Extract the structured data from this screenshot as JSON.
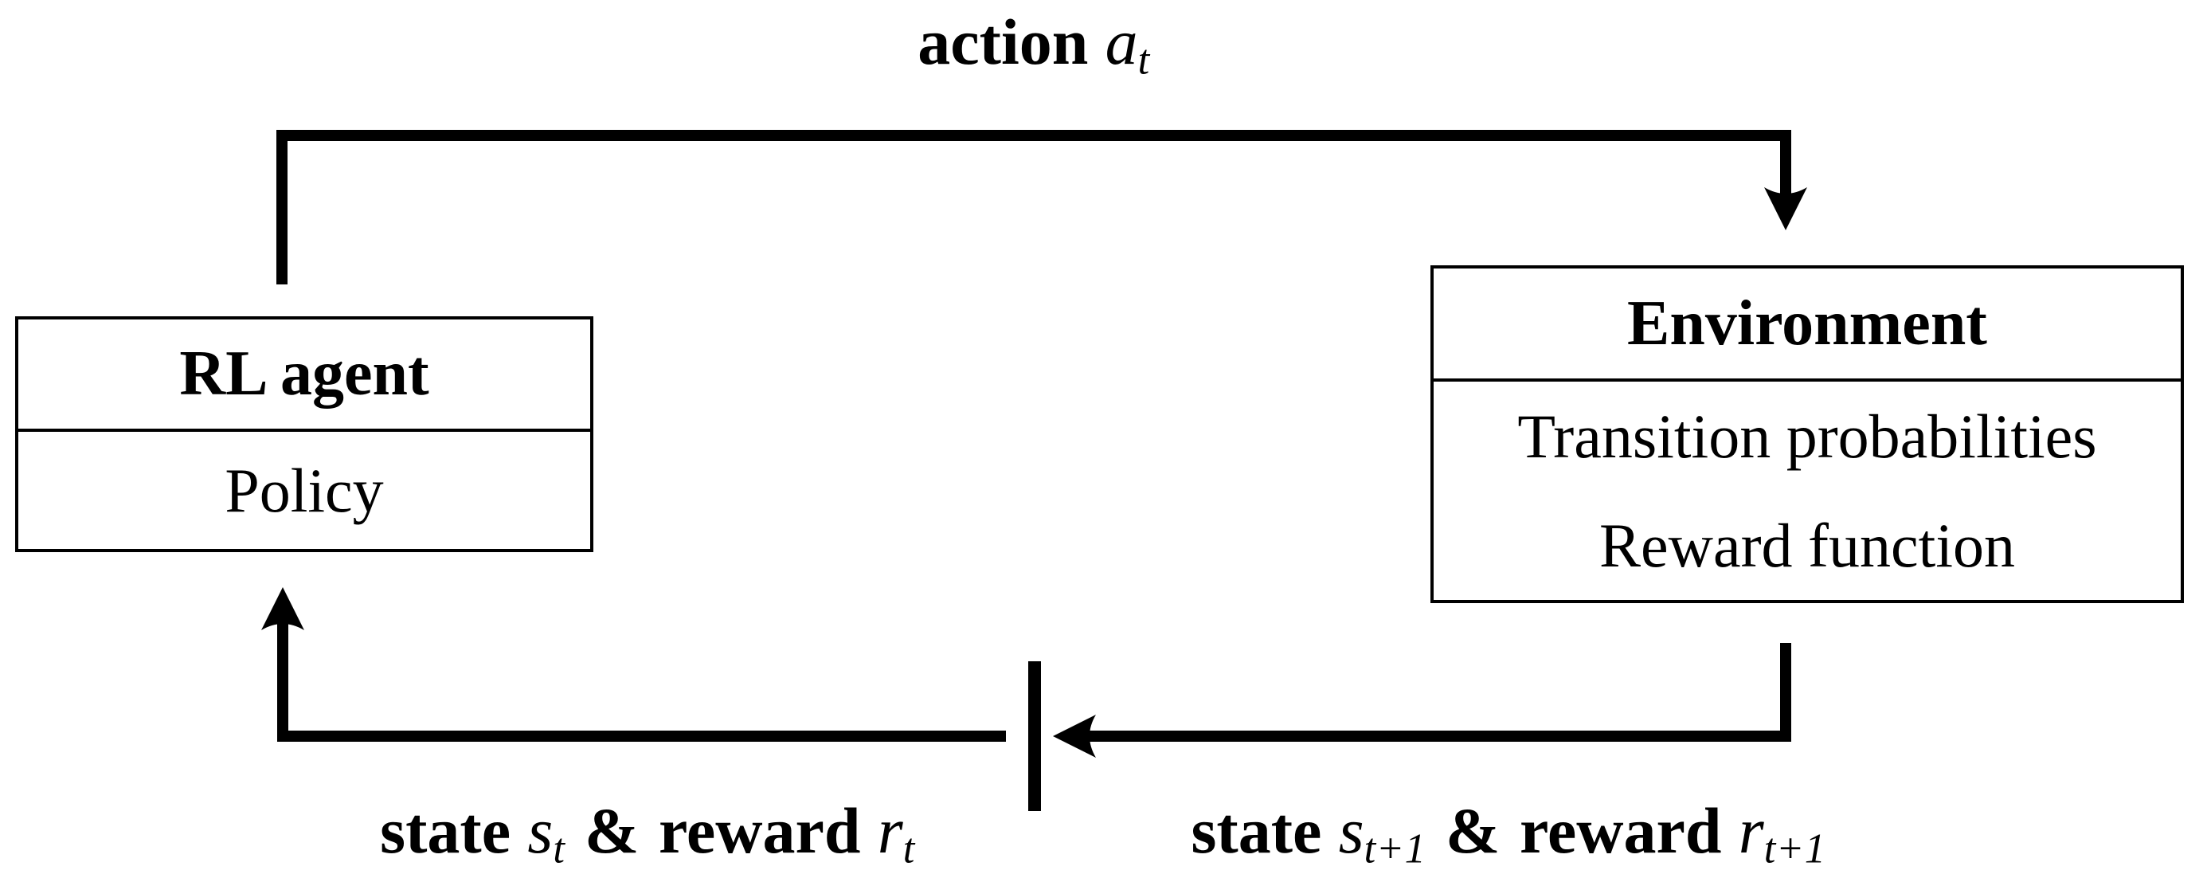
{
  "diagram": {
    "ink_color": "#000000",
    "background_color": "#ffffff",
    "top_label": {
      "word": "action",
      "var": "a",
      "sub": "t"
    },
    "agent_box": {
      "title": "RL agent",
      "rows": [
        "Policy"
      ]
    },
    "environment_box": {
      "title": "Environment",
      "rows": [
        "Transition probabilities",
        "Reward function"
      ]
    },
    "bottom_left_label": {
      "word1": "state",
      "var1": "s",
      "sub1": "t",
      "amp": "&",
      "word2": "reward",
      "var2": "r",
      "sub2": "t"
    },
    "bottom_right_label": {
      "word1": "state",
      "var1": "s",
      "sub1": "t+1",
      "amp": "&",
      "word2": "reward",
      "var2": "r",
      "sub2": "t+1"
    }
  }
}
